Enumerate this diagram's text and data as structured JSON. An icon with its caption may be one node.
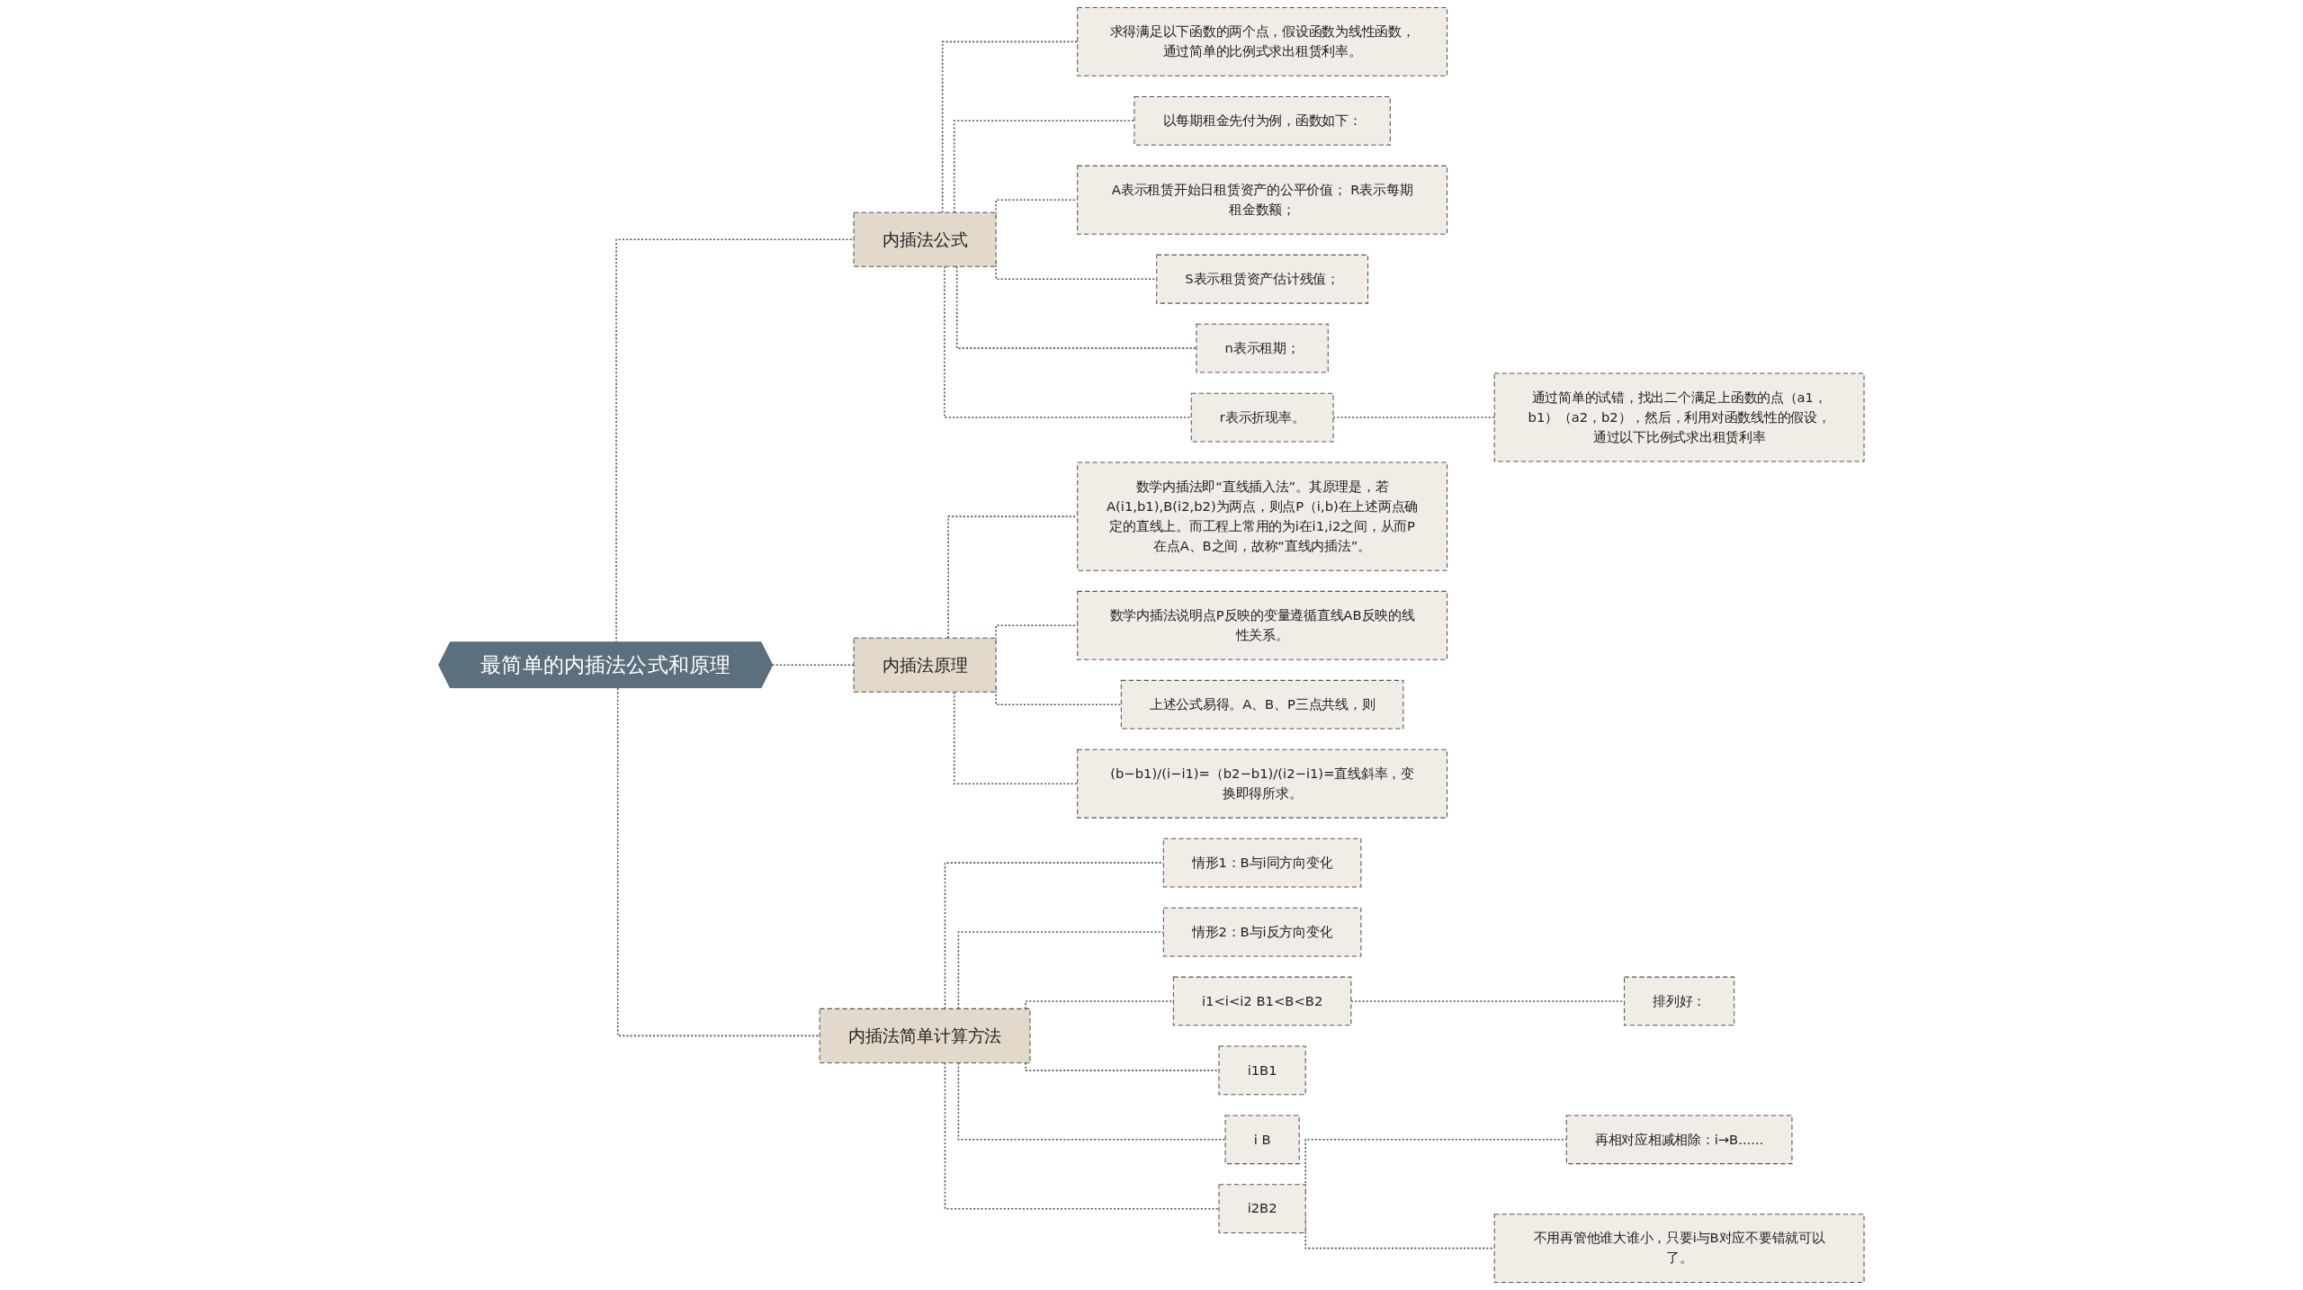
{
  "diagram": {
    "nodes": [
      {
        "text": [
          "最简单的内插法公式和原理"
        ]
      },
      {
        "text": [
          "内插法公式"
        ]
      },
      {
        "text": [
          "求得满足以下函数的两个点，假设函数为线性函数，通过简单的比例式求出租赁利率。"
        ]
      },
      {
        "text": [
          "以每期租金先付为例，函数如下："
        ]
      },
      {
        "text": [
          "A表示租赁开始日租赁资产的公平价值； R表示每期租金数额；"
        ]
      },
      {
        "text": [
          "S表示租赁资产估计残值；"
        ]
      },
      {
        "text": [
          "n表示租期；"
        ]
      },
      {
        "text": [
          "r表示折现率。"
        ]
      },
      {
        "text": [
          "通过简单的试错，找出二个满足上函数的点（a1，b1）（a2，b2），然后，利用对函数线性的假设，通过以下比例式求出租赁利率"
        ]
      },
      {
        "text": [
          "内插法原理"
        ]
      },
      {
        "text": [
          "数学内插法即“直线插入法”。其原理是，若A(i1,b1),B(i2,b2)为两点，则点P（i,b)在上述两点确定的直线上。而工程上常用的为i在i1,i2之间，从而P在点A、B之间，故称“直线内插法”。"
        ]
      },
      {
        "text": [
          "数学内插法说明点P反映的变量遵循直线AB反映的线性关系。"
        ]
      },
      {
        "text": [
          "上述公式易得。A、B、P三点共线，则"
        ]
      },
      {
        "text": [
          "(b−b1)/(i−i1)=（b2−b1)/(i2−i1)=直线斜率，变换即得所求。"
        ]
      },
      {
        "text": [
          "内插法简单计算方法"
        ]
      },
      {
        "text": [
          "情形1：B与i同方向变化"
        ]
      },
      {
        "text": [
          "情形2：B与i反方向变化"
        ]
      },
      {
        "text": [
          "i1<i<i2 B1<B<B2"
        ]
      },
      {
        "text": [
          "排列好："
        ]
      },
      {
        "text": [
          "i1B1"
        ]
      },
      {
        "text": [
          "i B"
        ]
      },
      {
        "text": [
          "i2B2"
        ]
      },
      {
        "text": [
          "再相对应相减相除：i→B......"
        ]
      },
      {
        "text": [
          "不用再管他谁大谁小，只要i与B对应不要错就可以了。"
        ]
      }
    ],
    "edges": [
      {
        "from": 0,
        "to": 1,
        "arrow": "none",
        "style": "dashed"
      },
      {
        "from": 1,
        "to": 2,
        "arrow": "none",
        "style": "dashed"
      },
      {
        "from": 1,
        "to": 3,
        "arrow": "none",
        "style": "dashed"
      },
      {
        "from": 1,
        "to": 4,
        "arrow": "none",
        "style": "dashed"
      },
      {
        "from": 1,
        "to": 5,
        "arrow": "none",
        "style": "dashed"
      },
      {
        "from": 1,
        "to": 6,
        "arrow": "none",
        "style": "dashed"
      },
      {
        "from": 1,
        "to": 7,
        "arrow": "none",
        "style": "dashed"
      },
      {
        "from": 7,
        "to": 8,
        "arrow": "none",
        "style": "dashed"
      },
      {
        "from": 0,
        "to": 9,
        "arrow": "none",
        "style": "dashed"
      },
      {
        "from": 9,
        "to": 10,
        "arrow": "none",
        "style": "dashed"
      },
      {
        "from": 9,
        "to": 11,
        "arrow": "none",
        "style": "dashed"
      },
      {
        "from": 9,
        "to": 12,
        "arrow": "none",
        "style": "dashed"
      },
      {
        "from": 9,
        "to": 13,
        "arrow": "none",
        "style": "dashed"
      },
      {
        "from": 0,
        "to": 14,
        "arrow": "none",
        "style": "dashed"
      },
      {
        "from": 14,
        "to": 15,
        "arrow": "none",
        "style": "dashed"
      },
      {
        "from": 14,
        "to": 16,
        "arrow": "none",
        "style": "dashed"
      },
      {
        "from": 14,
        "to": 17,
        "arrow": "none",
        "style": "dashed"
      },
      {
        "from": 17,
        "to": 18,
        "arrow": "none",
        "style": "dashed"
      },
      {
        "from": 14,
        "to": 19,
        "arrow": "none",
        "style": "dashed"
      },
      {
        "from": 14,
        "to": 20,
        "arrow": "none",
        "style": "dashed"
      },
      {
        "from": 14,
        "to": 21,
        "arrow": "none",
        "style": "dashed"
      },
      {
        "from": 21,
        "to": 22,
        "arrow": "none",
        "style": "dashed"
      },
      {
        "from": 21,
        "to": 23,
        "arrow": "none",
        "style": "dashed"
      }
    ]
  }
}
